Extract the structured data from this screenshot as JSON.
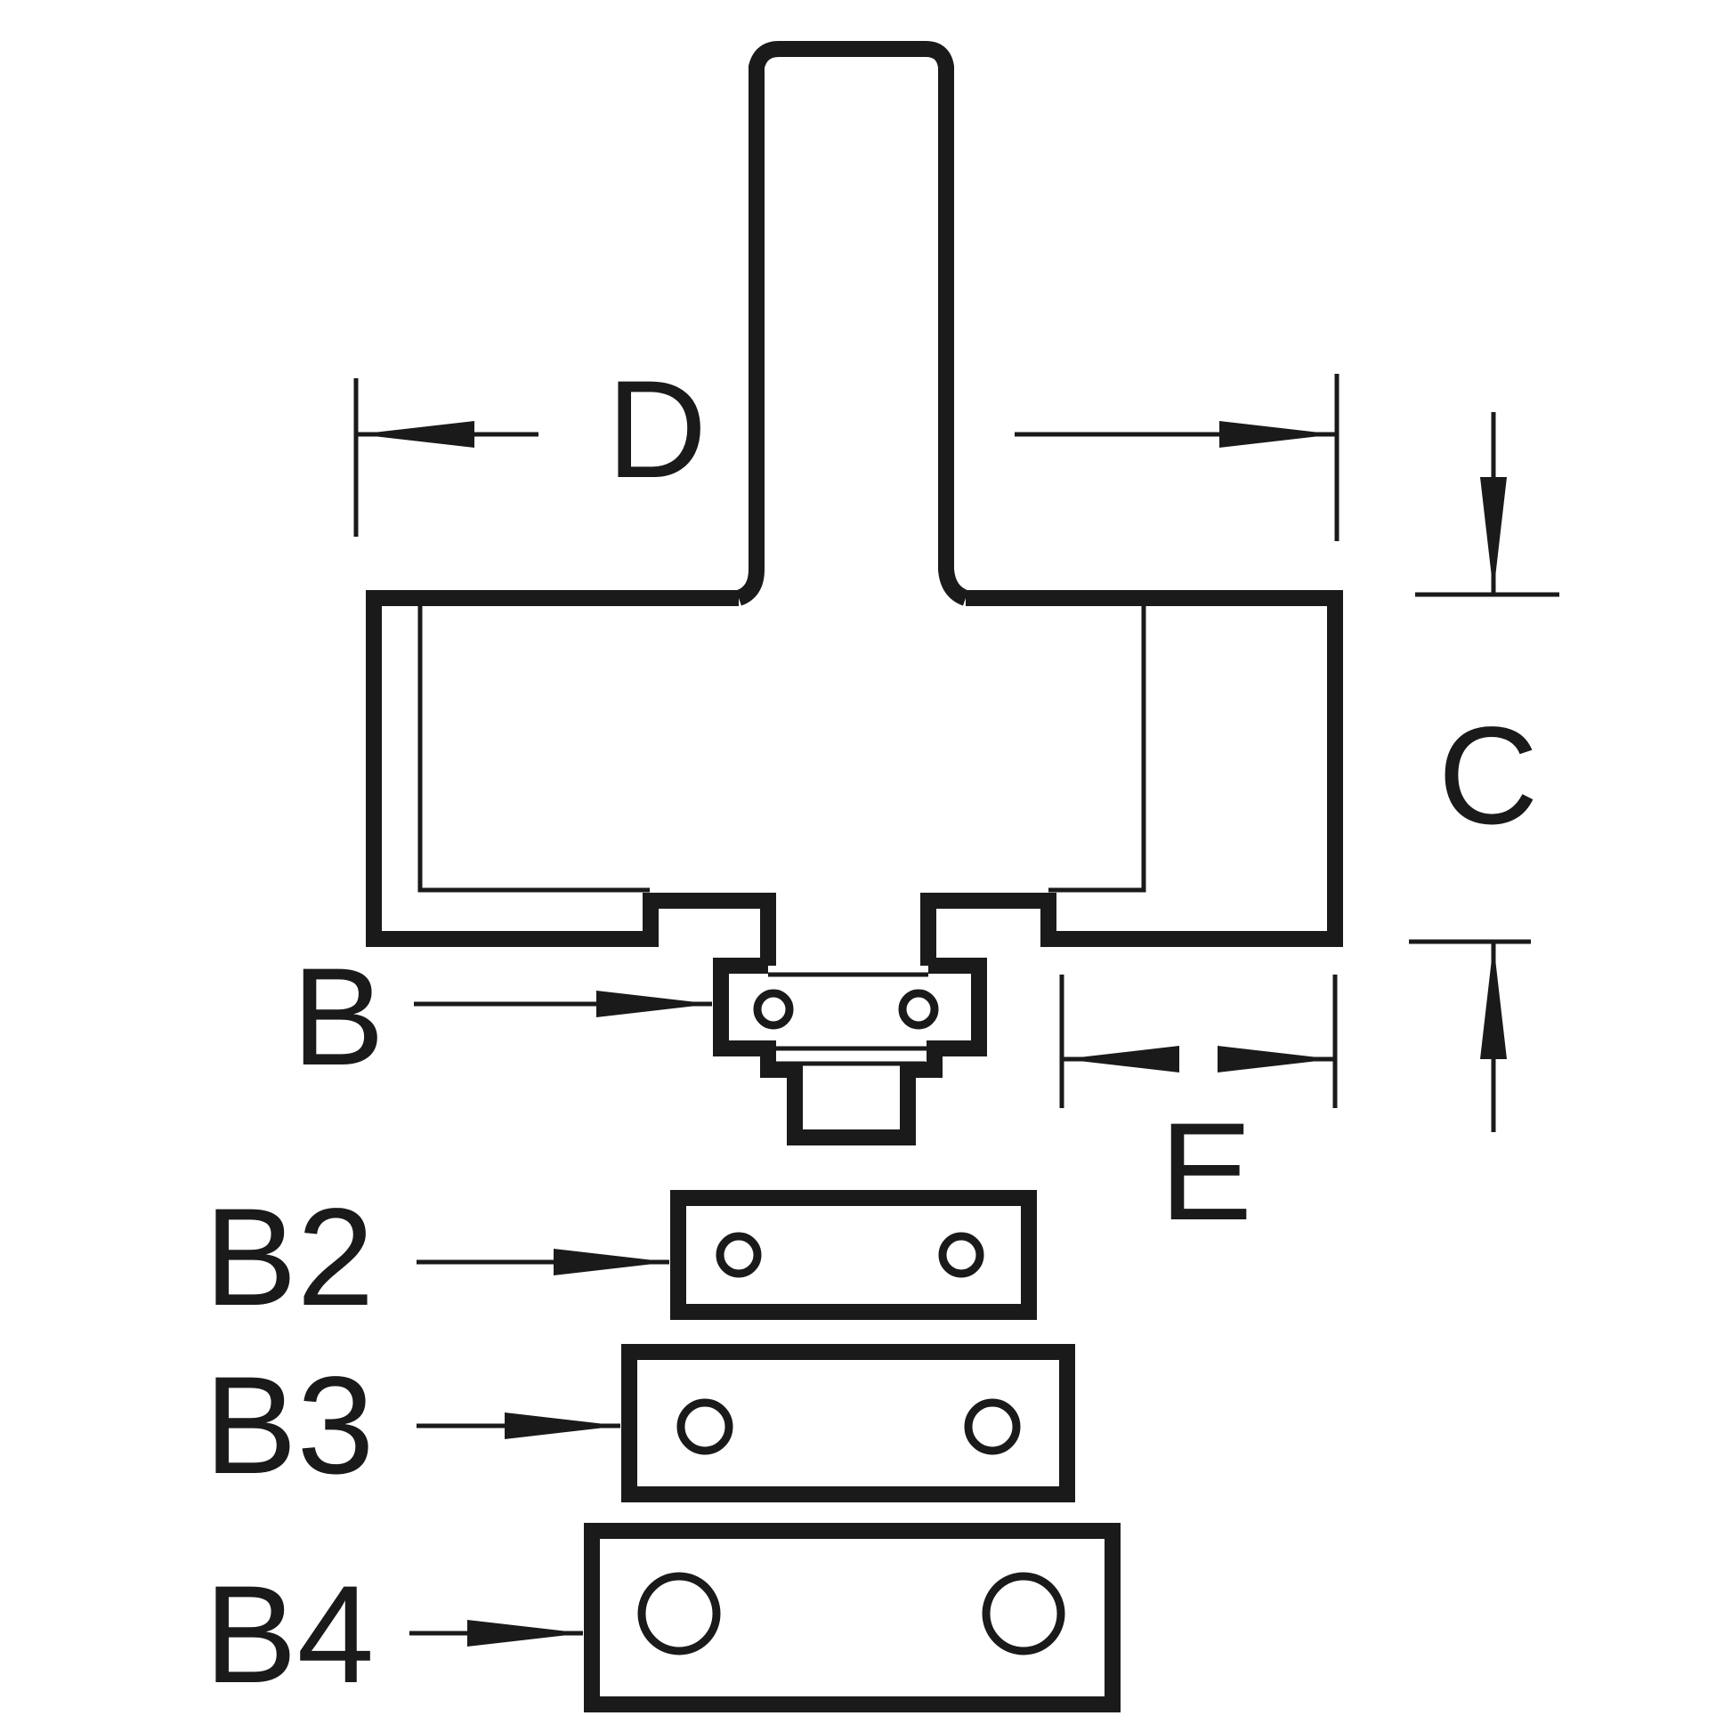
{
  "diagram": {
    "labels": {
      "d": "D",
      "c": "C",
      "e": "E",
      "b": "B",
      "b2": "B2",
      "b3": "B3",
      "b4": "B4"
    },
    "line_color": "#1a1a1a",
    "background": "#ffffff"
  }
}
